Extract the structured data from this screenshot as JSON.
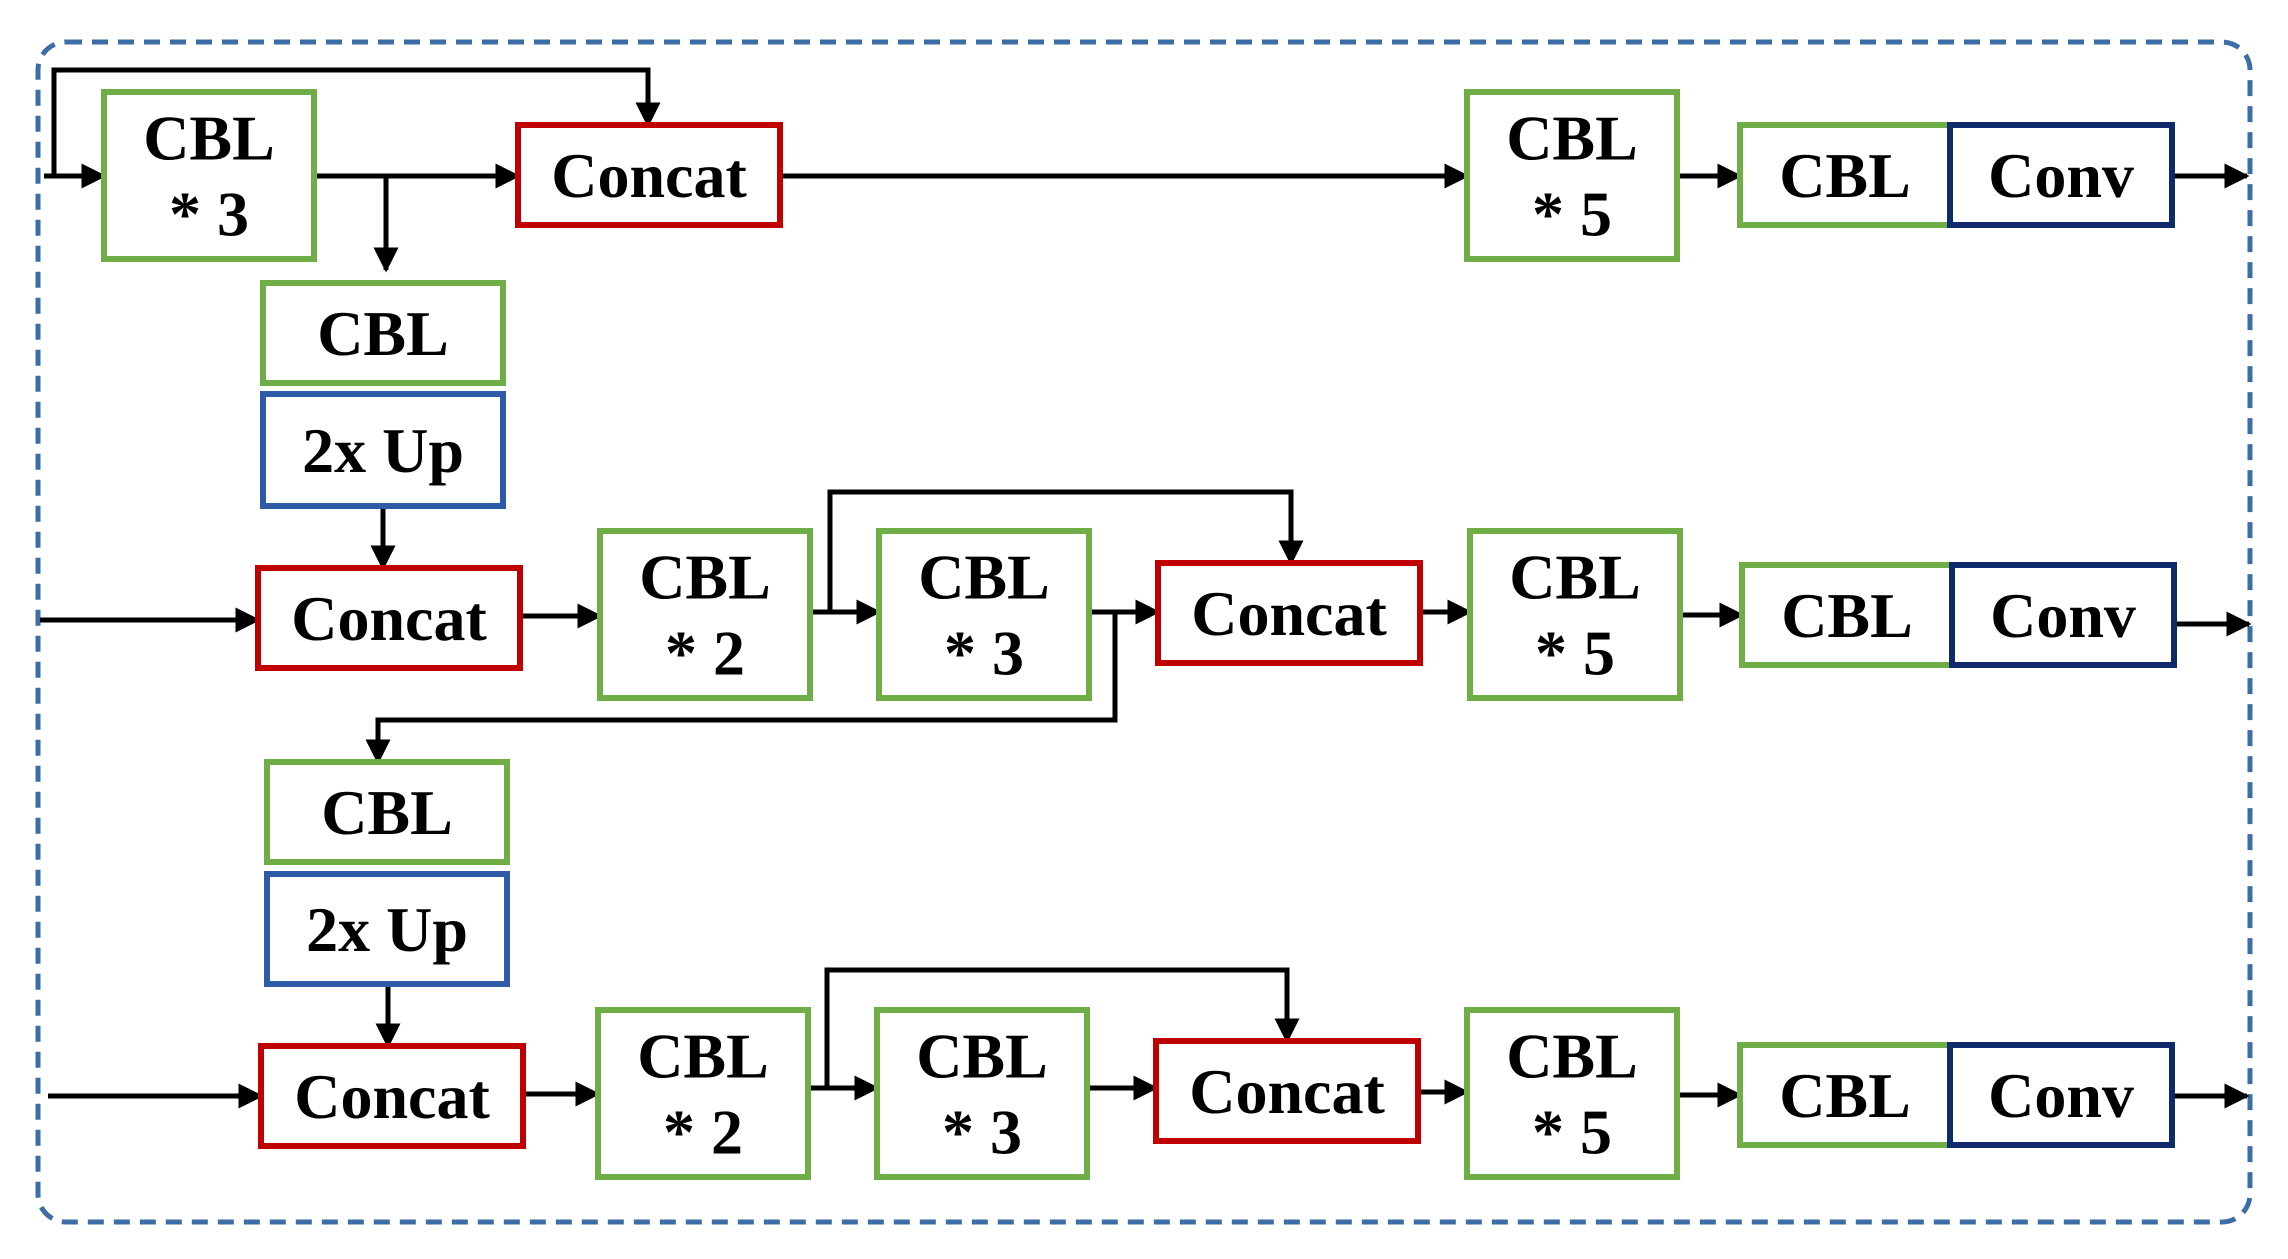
{
  "colors": {
    "cbl": "#6fad46",
    "concat": "#c00000",
    "up": "#2e5aa8",
    "conv": "#0e2a6b",
    "frame": "#3d6da6",
    "line": "#000000"
  },
  "blocks": [
    {
      "id": "r1_cbl3",
      "kind": "cbl",
      "lines": [
        "CBL",
        "* 3"
      ]
    },
    {
      "id": "r1_concat",
      "kind": "concat",
      "lines": [
        "Concat"
      ]
    },
    {
      "id": "r1_cbl5",
      "kind": "cbl",
      "lines": [
        "CBL",
        "* 5"
      ]
    },
    {
      "id": "r1_cbl",
      "kind": "cbl",
      "lines": [
        "CBL"
      ]
    },
    {
      "id": "r1_conv",
      "kind": "conv",
      "lines": [
        "Conv"
      ]
    },
    {
      "id": "u1_cbl",
      "kind": "cbl",
      "lines": [
        "CBL"
      ]
    },
    {
      "id": "u1_up",
      "kind": "up",
      "lines": [
        "2x Up"
      ]
    },
    {
      "id": "r2_concat",
      "kind": "concat",
      "lines": [
        "Concat"
      ]
    },
    {
      "id": "r2_cbl2",
      "kind": "cbl",
      "lines": [
        "CBL",
        "* 2"
      ]
    },
    {
      "id": "r2_cbl3",
      "kind": "cbl",
      "lines": [
        "CBL",
        "* 3"
      ]
    },
    {
      "id": "r2_concat2",
      "kind": "concat",
      "lines": [
        "Concat"
      ]
    },
    {
      "id": "r2_cbl5",
      "kind": "cbl",
      "lines": [
        "CBL",
        "* 5"
      ]
    },
    {
      "id": "r2_cbl",
      "kind": "cbl",
      "lines": [
        "CBL"
      ]
    },
    {
      "id": "r2_conv",
      "kind": "conv",
      "lines": [
        "Conv"
      ]
    },
    {
      "id": "u2_cbl",
      "kind": "cbl",
      "lines": [
        "CBL"
      ]
    },
    {
      "id": "u2_up",
      "kind": "up",
      "lines": [
        "2x Up"
      ]
    },
    {
      "id": "r3_concat",
      "kind": "concat",
      "lines": [
        "Concat"
      ]
    },
    {
      "id": "r3_cbl2",
      "kind": "cbl",
      "lines": [
        "CBL",
        "* 2"
      ]
    },
    {
      "id": "r3_cbl3",
      "kind": "cbl",
      "lines": [
        "CBL",
        "* 3"
      ]
    },
    {
      "id": "r3_concat2",
      "kind": "concat",
      "lines": [
        "Concat"
      ]
    },
    {
      "id": "r3_cbl5",
      "kind": "cbl",
      "lines": [
        "CBL",
        "* 5"
      ]
    },
    {
      "id": "r3_cbl",
      "kind": "cbl",
      "lines": [
        "CBL"
      ]
    },
    {
      "id": "r3_conv",
      "kind": "conv",
      "lines": [
        "Conv"
      ]
    }
  ]
}
